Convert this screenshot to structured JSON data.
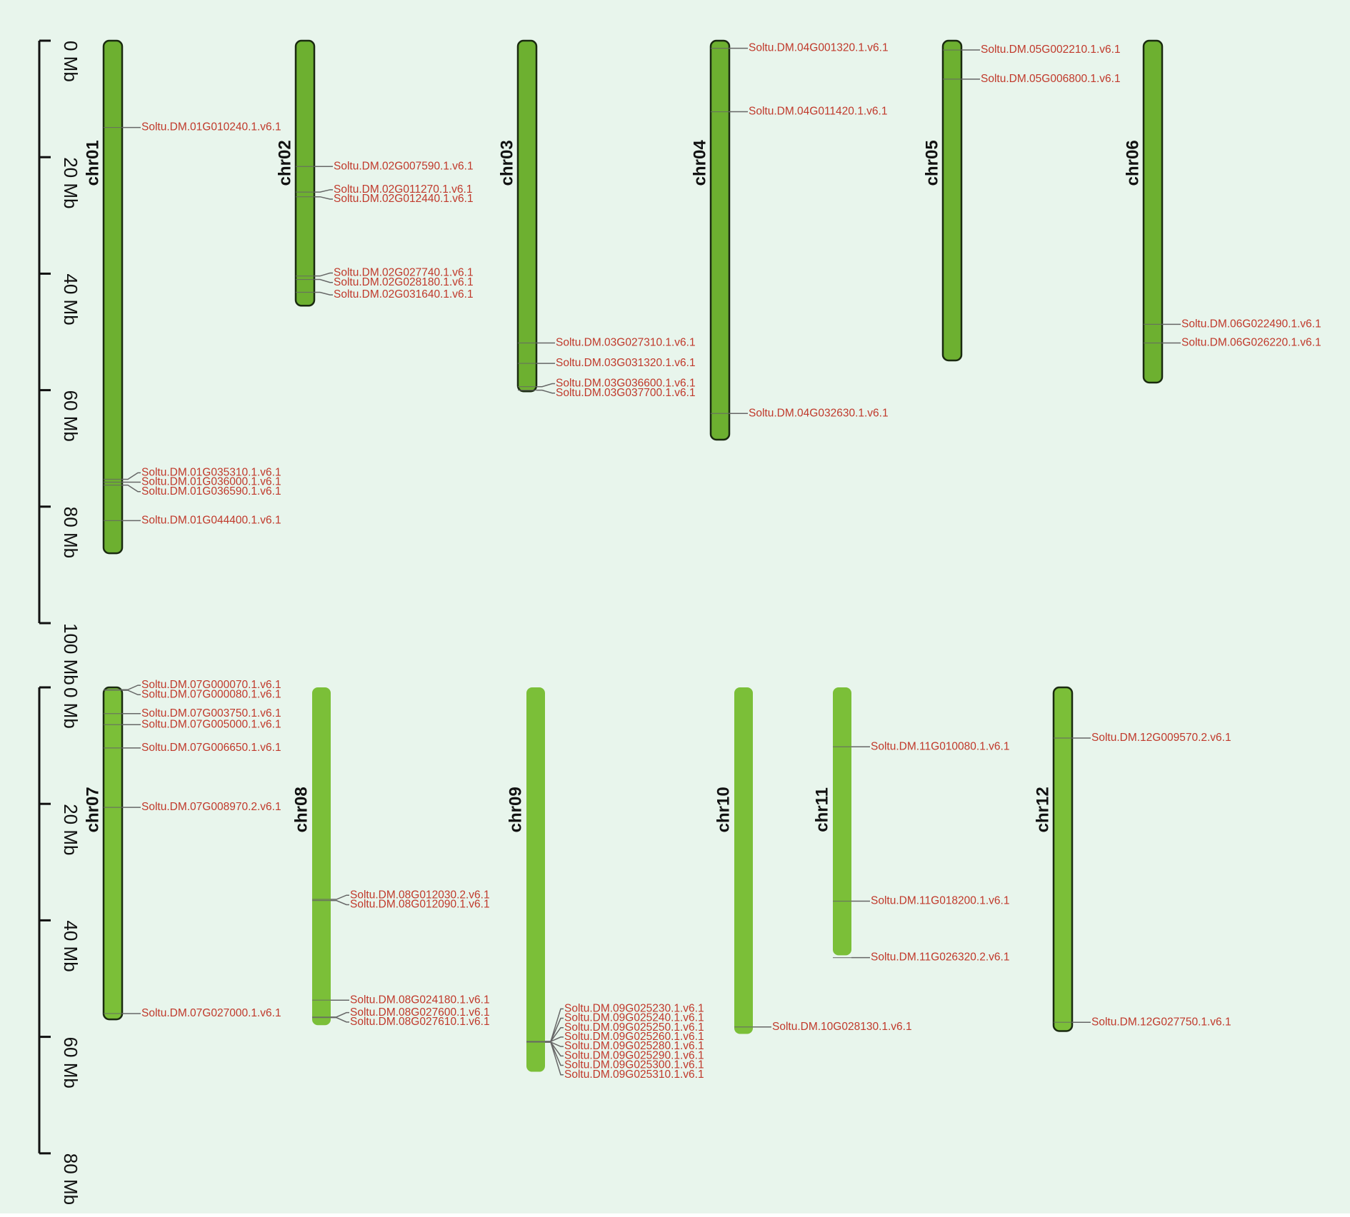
{
  "colors": {
    "background": "#e8f5ec",
    "chromosome_fill_panel1": "#6db030",
    "chromosome_fill_panel2": "#7bbf38",
    "chromosome_outline": "#1a2a10",
    "gene_label": "#c0392b",
    "connector": "#666666",
    "axis": "#111111"
  },
  "panels": [
    {
      "id": "top",
      "scale": {
        "ticks": [
          {
            "value": 0,
            "label": "0 Mb"
          },
          {
            "value": 20,
            "label": "20 Mb"
          },
          {
            "value": 40,
            "label": "40 Mb"
          },
          {
            "value": 60,
            "label": "60 Mb"
          },
          {
            "value": 80,
            "label": "80 Mb"
          },
          {
            "value": 100,
            "label": "100 Mb"
          }
        ]
      },
      "chromosomes": [
        {
          "name": "chr01",
          "length_mb": 88,
          "outlined": true,
          "genes": [
            {
              "id": "Soltu.DM.01G010240.1.v6.1",
              "pos_mb": 14.9
            },
            {
              "id": "Soltu.DM.01G035310.1.v6.1",
              "pos_mb": 75.3
            },
            {
              "id": "Soltu.DM.01G036000.1.v6.1",
              "pos_mb": 75.8
            },
            {
              "id": "Soltu.DM.01G036590.1.v6.1",
              "pos_mb": 76.3
            },
            {
              "id": "Soltu.DM.01G044400.1.v6.1",
              "pos_mb": 82.4
            }
          ]
        },
        {
          "name": "chr02",
          "length_mb": 45.5,
          "outlined": true,
          "genes": [
            {
              "id": "Soltu.DM.02G007590.1.v6.1",
              "pos_mb": 21.6
            },
            {
              "id": "Soltu.DM.02G011270.1.v6.1",
              "pos_mb": 26.0
            },
            {
              "id": "Soltu.DM.02G012440.1.v6.1",
              "pos_mb": 26.8
            },
            {
              "id": "Soltu.DM.02G027740.1.v6.1",
              "pos_mb": 40.4
            },
            {
              "id": "Soltu.DM.02G028180.1.v6.1",
              "pos_mb": 41.0
            },
            {
              "id": "Soltu.DM.02G031640.1.v6.1",
              "pos_mb": 43.2
            }
          ]
        },
        {
          "name": "chr03",
          "length_mb": 60.2,
          "outlined": true,
          "genes": [
            {
              "id": "Soltu.DM.03G027310.1.v6.1",
              "pos_mb": 51.9
            },
            {
              "id": "Soltu.DM.03G031320.1.v6.1",
              "pos_mb": 55.4
            },
            {
              "id": "Soltu.DM.03G036600.1.v6.1",
              "pos_mb": 59.4
            },
            {
              "id": "Soltu.DM.03G037700.1.v6.1",
              "pos_mb": 60.0
            }
          ]
        },
        {
          "name": "chr04",
          "length_mb": 68.5,
          "outlined": true,
          "genes": [
            {
              "id": "Soltu.DM.04G001320.1.v6.1",
              "pos_mb": 1.3
            },
            {
              "id": "Soltu.DM.04G011420.1.v6.1",
              "pos_mb": 12.2
            },
            {
              "id": "Soltu.DM.04G032630.1.v6.1",
              "pos_mb": 64.0
            }
          ]
        },
        {
          "name": "chr05",
          "length_mb": 54.9,
          "outlined": true,
          "genes": [
            {
              "id": "Soltu.DM.05G002210.1.v6.1",
              "pos_mb": 1.6
            },
            {
              "id": "Soltu.DM.05G006800.1.v6.1",
              "pos_mb": 6.6
            }
          ]
        },
        {
          "name": "chr06",
          "length_mb": 58.7,
          "outlined": true,
          "genes": [
            {
              "id": "Soltu.DM.06G022490.1.v6.1",
              "pos_mb": 48.7
            },
            {
              "id": "Soltu.DM.06G026220.1.v6.1",
              "pos_mb": 51.9
            }
          ]
        }
      ]
    },
    {
      "id": "bottom",
      "scale": {
        "ticks": [
          {
            "value": 0,
            "label": "0 Mb"
          },
          {
            "value": 20,
            "label": "20 Mb"
          },
          {
            "value": 40,
            "label": "40 Mb"
          },
          {
            "value": 60,
            "label": "60 Mb"
          },
          {
            "value": 80,
            "label": "80 Mb"
          }
        ]
      },
      "chromosomes": [
        {
          "name": "chr07",
          "length_mb": 57.0,
          "outlined": true,
          "genes": [
            {
              "id": "Soltu.DM.07G000070.1.v6.1",
              "pos_mb": 0.4
            },
            {
              "id": "Soltu.DM.07G000080.1.v6.1",
              "pos_mb": 0.5
            },
            {
              "id": "Soltu.DM.07G003750.1.v6.1",
              "pos_mb": 4.5
            },
            {
              "id": "Soltu.DM.07G005000.1.v6.1",
              "pos_mb": 6.4
            },
            {
              "id": "Soltu.DM.07G006650.1.v6.1",
              "pos_mb": 10.4
            },
            {
              "id": "Soltu.DM.07G008970.2.v6.1",
              "pos_mb": 20.6
            },
            {
              "id": "Soltu.DM.07G027000.1.v6.1",
              "pos_mb": 56.0
            }
          ]
        },
        {
          "name": "chr08",
          "length_mb": 58.0,
          "outlined": false,
          "genes": [
            {
              "id": "Soltu.DM.08G012030.2.v6.1",
              "pos_mb": 36.4
            },
            {
              "id": "Soltu.DM.08G012090.1.v6.1",
              "pos_mb": 36.6
            },
            {
              "id": "Soltu.DM.08G024180.1.v6.1",
              "pos_mb": 53.7
            },
            {
              "id": "Soltu.DM.08G027600.1.v6.1",
              "pos_mb": 56.6
            },
            {
              "id": "Soltu.DM.08G027610.1.v6.1",
              "pos_mb": 56.7
            }
          ]
        },
        {
          "name": "chr09",
          "length_mb": 66.0,
          "outlined": false,
          "genes": [
            {
              "id": "Soltu.DM.09G025230.1.v6.1",
              "pos_mb": 60.8
            },
            {
              "id": "Soltu.DM.09G025240.1.v6.1",
              "pos_mb": 60.8
            },
            {
              "id": "Soltu.DM.09G025250.1.v6.1",
              "pos_mb": 60.8
            },
            {
              "id": "Soltu.DM.09G025260.1.v6.1",
              "pos_mb": 60.8
            },
            {
              "id": "Soltu.DM.09G025280.1.v6.1",
              "pos_mb": 60.9
            },
            {
              "id": "Soltu.DM.09G025290.1.v6.1",
              "pos_mb": 60.9
            },
            {
              "id": "Soltu.DM.09G025300.1.v6.1",
              "pos_mb": 60.9
            },
            {
              "id": "Soltu.DM.09G025310.1.v6.1",
              "pos_mb": 60.9
            }
          ]
        },
        {
          "name": "chr10",
          "length_mb": 59.5,
          "outlined": false,
          "genes": [
            {
              "id": "Soltu.DM.10G028130.1.v6.1",
              "pos_mb": 58.3
            }
          ]
        },
        {
          "name": "chr11",
          "length_mb": 46.0,
          "outlined": false,
          "genes": [
            {
              "id": "Soltu.DM.11G010080.1.v6.1",
              "pos_mb": 10.2
            },
            {
              "id": "Soltu.DM.11G018200.1.v6.1",
              "pos_mb": 36.7
            },
            {
              "id": "Soltu.DM.11G026320.2.v6.1",
              "pos_mb": 46.4
            }
          ]
        },
        {
          "name": "chr12",
          "length_mb": 59.0,
          "outlined": true,
          "genes": [
            {
              "id": "Soltu.DM.12G009570.2.v6.1",
              "pos_mb": 8.7
            },
            {
              "id": "Soltu.DM.12G027750.1.v6.1",
              "pos_mb": 57.5
            }
          ]
        }
      ]
    }
  ]
}
